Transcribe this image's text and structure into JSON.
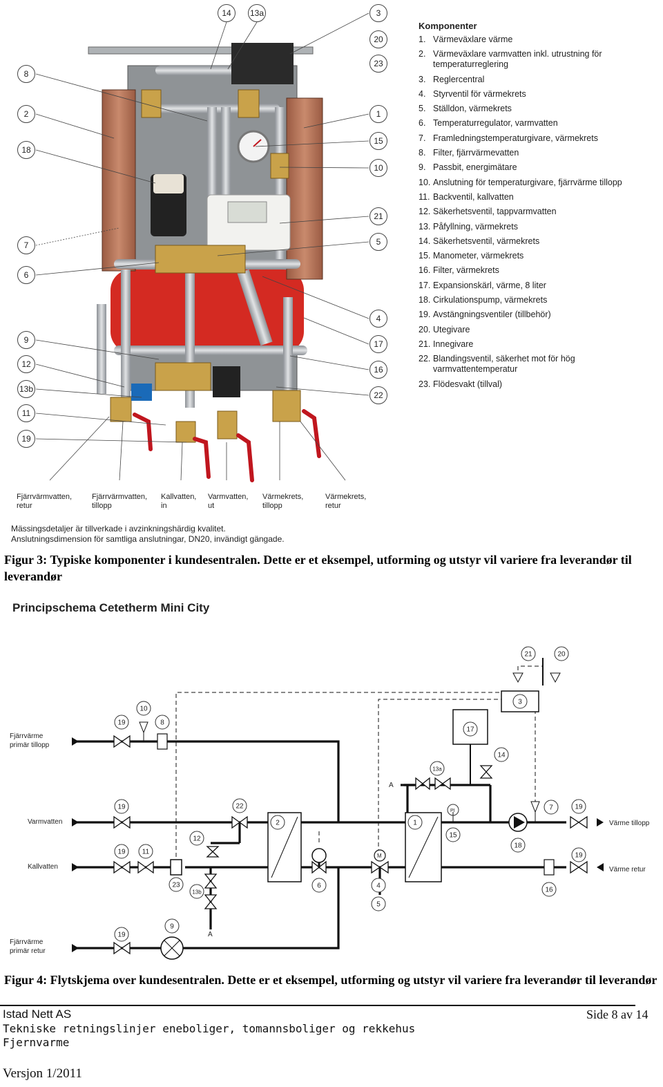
{
  "figure3": {
    "components_title": "Komponenter",
    "components": [
      {
        "n": "1.",
        "t": "Värmeväxlare värme"
      },
      {
        "n": "2.",
        "t": "Värmeväxlare varmvatten inkl. utrustning för temperaturreglering"
      },
      {
        "n": "3.",
        "t": "Reglercentral"
      },
      {
        "n": "4.",
        "t": "Styrventil för värmekrets"
      },
      {
        "n": "5.",
        "t": "Ställdon, värmekrets"
      },
      {
        "n": "6.",
        "t": "Temperaturregulator, varmvatten"
      },
      {
        "n": "7.",
        "t": "Framledningstemperaturgivare, värmekrets"
      },
      {
        "n": "8.",
        "t": "Filter, fjärrvärmevatten"
      },
      {
        "n": "9.",
        "t": "Passbit, energimätare"
      },
      {
        "n": "10.",
        "t": "Anslutning för temperaturgivare, fjärrvärme tillopp"
      },
      {
        "n": "11.",
        "t": "Backventil, kallvatten"
      },
      {
        "n": "12.",
        "t": "Säkerhetsventil, tappvarmvatten"
      },
      {
        "n": "13.",
        "t": "Påfyllning, värmekrets"
      },
      {
        "n": "14.",
        "t": "Säkerhetsventil, värmekrets"
      },
      {
        "n": "15.",
        "t": "Manometer, värmekrets"
      },
      {
        "n": "16.",
        "t": "Filter, värmekrets"
      },
      {
        "n": "17.",
        "t": "Expansionskärl, värme, 8 liter"
      },
      {
        "n": "18.",
        "t": "Cirkulationspump, värmekrets"
      },
      {
        "n": "19.",
        "t": "Avstängningsventiler (tillbehör)"
      },
      {
        "n": "20.",
        "t": "Utegivare"
      },
      {
        "n": "21.",
        "t": "Innegivare"
      },
      {
        "n": "22.",
        "t": "Blandingsventil, säkerhet mot för hög varmvattentemperatur"
      },
      {
        "n": "23.",
        "t": "Flödesvakt (tillval)"
      }
    ],
    "callouts_left": [
      "8",
      "2",
      "18",
      "7",
      "6",
      "9",
      "12",
      "13b",
      "11",
      "19"
    ],
    "callouts_top": [
      "14",
      "13a"
    ],
    "callouts_right": [
      "3",
      "20",
      "23",
      "1",
      "15",
      "10",
      "21",
      "5",
      "4",
      "17",
      "16",
      "22"
    ],
    "connections": [
      "Fjärrvärmvatten,\nretur",
      "Fjärrvärmvatten,\ntillopp",
      "Kallvatten,\nin",
      "Varmvatten,\nut",
      "Värmekrets,\ntillopp",
      "Värmekrets,\nretur"
    ],
    "note_line1": "Mässingsdetaljer är tillverkade i avzinkningshärdig kvalitet.",
    "note_line2": "Anslutningsdimension för samtliga anslutningar, DN20, invändigt gängade.",
    "caption": "Figur 3: Typiske komponenter i kundesentralen. Dette er et eksempel, utforming og utstyr vil variere fra leverandør til leverandør"
  },
  "figure4": {
    "schema_title": "Principschema Cetetherm Mini City",
    "labels": {
      "fv_tillopp_1": "Fjärrvärme",
      "fv_tillopp_2": "primär tillopp",
      "varmvatten": "Varmvatten",
      "kallvatten": "Kallvatten",
      "fv_retur_1": "Fjärrvärme",
      "fv_retur_2": "primär retur",
      "varme_tillopp": "Värme tillopp",
      "varme_retur": "Värme retur",
      "a_top": "A",
      "a_bottom": "A",
      "pi": "PI",
      "m": "M"
    },
    "bubbles": {
      "b19a": "19",
      "b10": "10",
      "b8": "8",
      "b19b": "19",
      "b22": "22",
      "b2": "2",
      "b1": "1",
      "b17": "17",
      "b14": "14",
      "b13a": "13a",
      "b15": "15",
      "b18": "18",
      "b7": "7",
      "b19c": "19",
      "b19d": "19",
      "b11": "11",
      "b12": "12",
      "b23": "23",
      "b13b": "13b",
      "b6": "6",
      "b4": "4",
      "b5": "5",
      "b16": "16",
      "b19e": "19",
      "b19f": "19",
      "b9": "9",
      "b3": "3",
      "b21": "21",
      "b20": "20"
    },
    "caption": "Figur 4: Flytskjema over kundesentralen. Dette er et eksempel, utforming og utstyr vil variere fra leverandør til leverandør"
  },
  "footer": {
    "company": "Istad Nett AS",
    "page": "Side 8 av 14",
    "document": "Tekniske retningslinjer eneboliger, tomannsboliger og rekkehus",
    "section": "Fjernvarme",
    "version": "Versjon 1/2011"
  },
  "colors": {
    "heat_exchanger": "#b5735a",
    "valve_handle": "#c0161e",
    "pipe": "#b9bcbf",
    "brass": "#c9a24a",
    "tank": "#d42a22"
  }
}
